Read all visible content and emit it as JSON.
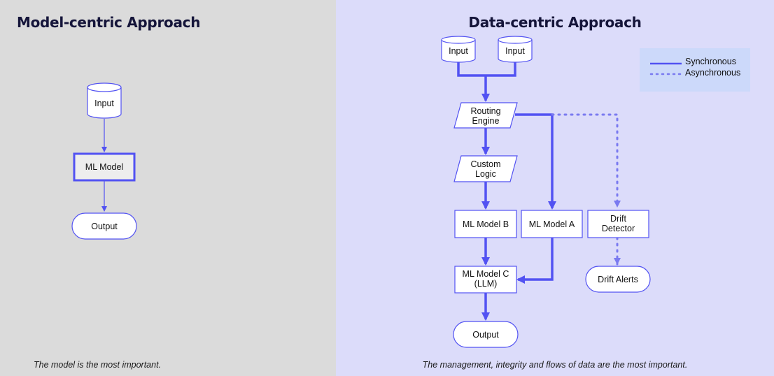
{
  "colors": {
    "left_bg": "#dbdbdb",
    "right_bg": "#dcdcfa",
    "accent": "#5252f2",
    "legend_bg": "#ccd9fa",
    "node_fill": "#ffffff",
    "title_text": "#15153a"
  },
  "model_centric": {
    "title": "Model-centric Approach",
    "caption": "The model is the most important.",
    "nodes": {
      "input": "Input",
      "ml_model": "ML Model",
      "output": "Output"
    }
  },
  "data_centric": {
    "title": "Data-centric Approach",
    "caption": "The management, integrity and flows of data are the most important.",
    "nodes": {
      "input_1": "Input",
      "input_2": "Input",
      "routing_engine": [
        "Routing",
        "Engine"
      ],
      "custom_logic": [
        "Custom",
        "Logic"
      ],
      "ml_model_b": "ML Model B",
      "ml_model_a": "ML Model A",
      "drift_detector": [
        "Drift",
        "Detector"
      ],
      "ml_model_c": [
        "ML Model C",
        "(LLM)"
      ],
      "drift_alerts": "Drift Alerts",
      "output": "Output"
    },
    "legend": {
      "synchronous": "Synchronous",
      "asynchronous": "Asynchronous"
    }
  }
}
